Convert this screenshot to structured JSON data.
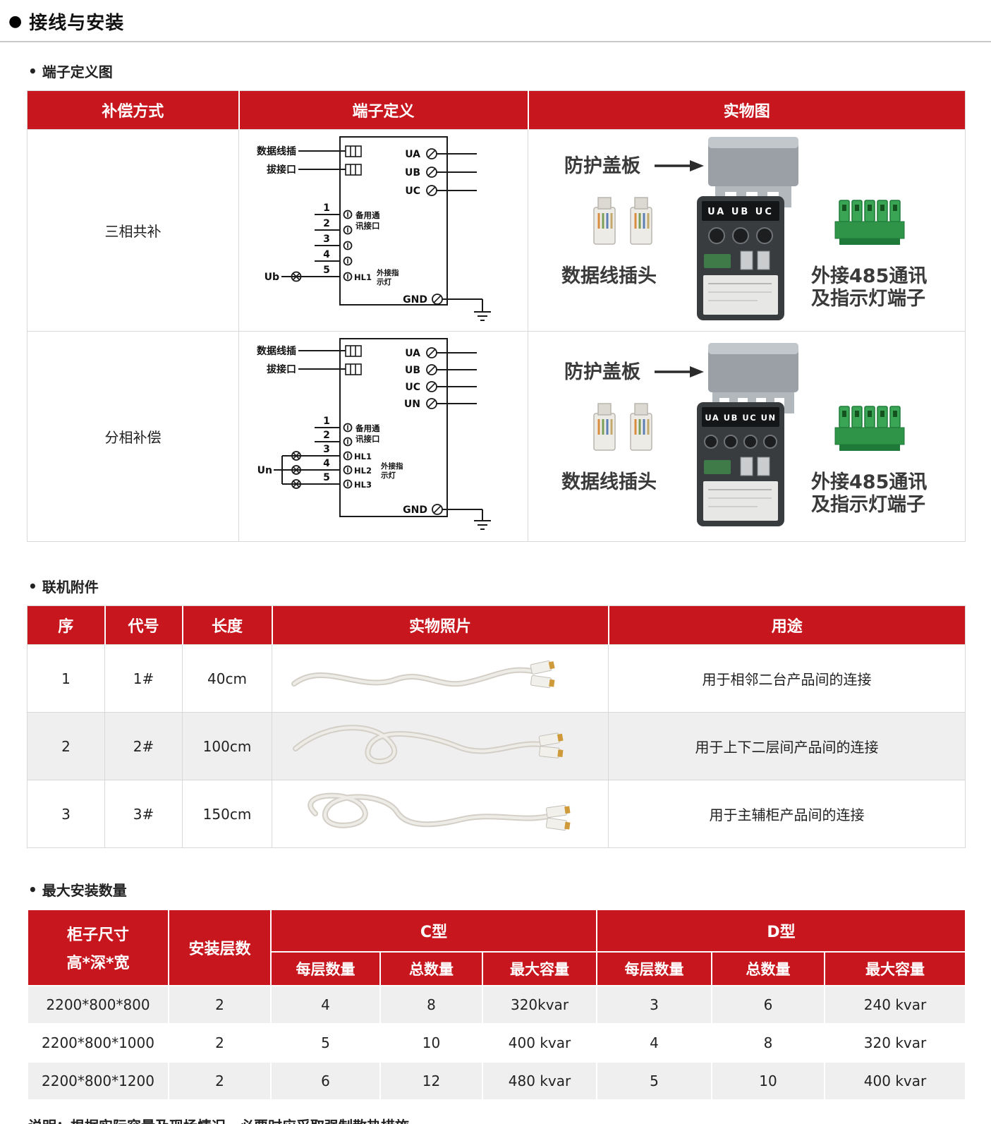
{
  "page": {
    "bullet": "●",
    "sub_bullet": "•",
    "title": "接线与安装",
    "note": "说明：根据实际容量及现场情况，必要时应采取强制散热措施。"
  },
  "colors": {
    "header_red": "#c8161e",
    "row_alt": "#efefef",
    "grid_border": "#d8d8d8"
  },
  "terminal_section": {
    "heading": "端子定义图",
    "headers": [
      "补偿方式",
      "端子定义",
      "实物图"
    ],
    "rows": [
      {
        "method": "三相共补",
        "diagram": {
          "port_label_1": "数据线插",
          "port_label_2": "拔接口",
          "phases": [
            "UA",
            "UB",
            "UC"
          ],
          "pins": [
            "1",
            "2",
            "3",
            "4",
            "5"
          ],
          "spare_1": "备用通",
          "spare_2": "讯接口",
          "lamp_1": "HL1",
          "ext_1": "外接指",
          "ext_2": "示灯",
          "source": "Ub",
          "gnd": "GND"
        },
        "photo": {
          "cover_label": "防护盖板",
          "plug_label": "数据线插头",
          "device_phases": "UA  UB  UC",
          "terminal_label_1": "外接485通讯",
          "terminal_label_2": "及指示灯端子"
        }
      },
      {
        "method": "分相补偿",
        "diagram": {
          "port_label_1": "数据线插",
          "port_label_2": "拔接口",
          "phases": [
            "UA",
            "UB",
            "UC",
            "UN"
          ],
          "pins": [
            "1",
            "2",
            "3",
            "4",
            "5"
          ],
          "spare_1": "备用通",
          "spare_2": "讯接口",
          "lamps": [
            "HL1",
            "HL2",
            "HL3"
          ],
          "ext_1": "外接指",
          "ext_2": "示灯",
          "source": "Un",
          "gnd": "GND"
        },
        "photo": {
          "cover_label": "防护盖板",
          "plug_label": "数据线插头",
          "device_phases": "UA UB UC UN",
          "terminal_label_1": "外接485通讯",
          "terminal_label_2": "及指示灯端子"
        }
      }
    ]
  },
  "accessories_section": {
    "heading": "联机附件",
    "headers": [
      "序",
      "代号",
      "长度",
      "实物照片",
      "用途"
    ],
    "rows": [
      {
        "no": "1",
        "code": "1#",
        "length": "40cm",
        "purpose": "用于相邻二台产品间的连接"
      },
      {
        "no": "2",
        "code": "2#",
        "length": "100cm",
        "purpose": "用于上下二层间产品间的连接"
      },
      {
        "no": "3",
        "code": "3#",
        "length": "150cm",
        "purpose": "用于主辅柜产品间的连接"
      }
    ]
  },
  "capacity_section": {
    "heading": "最大安装数量",
    "header": {
      "size_1": "柜子尺寸",
      "size_2": "高*深*宽",
      "layers": "安装层数",
      "c_type": "C型",
      "d_type": "D型",
      "per_layer": "每层数量",
      "total": "总数量",
      "max_capacity": "最大容量"
    },
    "rows": [
      {
        "size": "2200*800*800",
        "layers": "2",
        "c_per": "4",
        "c_total": "8",
        "c_max": "320kvar",
        "d_per": "3",
        "d_total": "6",
        "d_max": "240 kvar"
      },
      {
        "size": "2200*800*1000",
        "layers": "2",
        "c_per": "5",
        "c_total": "10",
        "c_max": "400 kvar",
        "d_per": "4",
        "d_total": "8",
        "d_max": "320 kvar"
      },
      {
        "size": "2200*800*1200",
        "layers": "2",
        "c_per": "6",
        "c_total": "12",
        "c_max": "480 kvar",
        "d_per": "5",
        "d_total": "10",
        "d_max": "400 kvar"
      }
    ]
  }
}
